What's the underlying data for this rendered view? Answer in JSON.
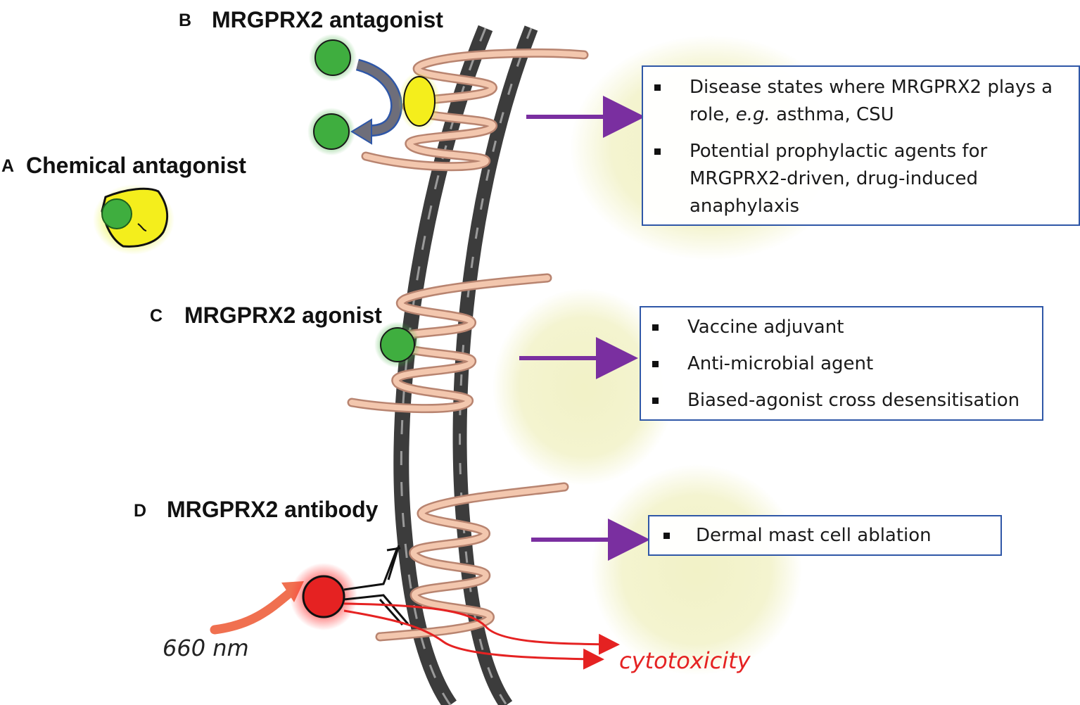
{
  "panels": {
    "a": {
      "letter": "A",
      "title": "Chemical antagonist"
    },
    "b": {
      "letter": "B",
      "title": "MRGPRX2 antagonist",
      "box": {
        "item1_pre": "Disease states where MRGPRX2 plays a role, ",
        "item1_italic": "e.g.",
        "item1_post": " asthma, CSU",
        "item2": "Potential prophylactic agents for MRGPRX2-driven, drug-induced anaphylaxis"
      }
    },
    "c": {
      "letter": "C",
      "title": "MRGPRX2 agonist",
      "box": {
        "items": [
          "Vaccine adjuvant",
          "Anti-microbial agent",
          "Biased-agonist cross desensitisation"
        ]
      }
    },
    "d": {
      "letter": "D",
      "title": "MRGPRX2 antibody",
      "box": {
        "items": [
          "Dermal mast cell ablation"
        ]
      },
      "wavelength": "660 nm",
      "outcome": "cytotoxicity"
    }
  },
  "colors": {
    "box_border": "#2f57a7",
    "arrow": "#7a2fa0",
    "ligand_green": "#3fae3f",
    "antagonist_yellow": "#f4ee1c",
    "antibody_red": "#e52222",
    "receptor": "#f0c0a6",
    "membrane": "#3c3c3c",
    "cytotoxicity_text": "#e52222",
    "light_arrow": "#f07050",
    "halo": "#eeeeb8"
  }
}
